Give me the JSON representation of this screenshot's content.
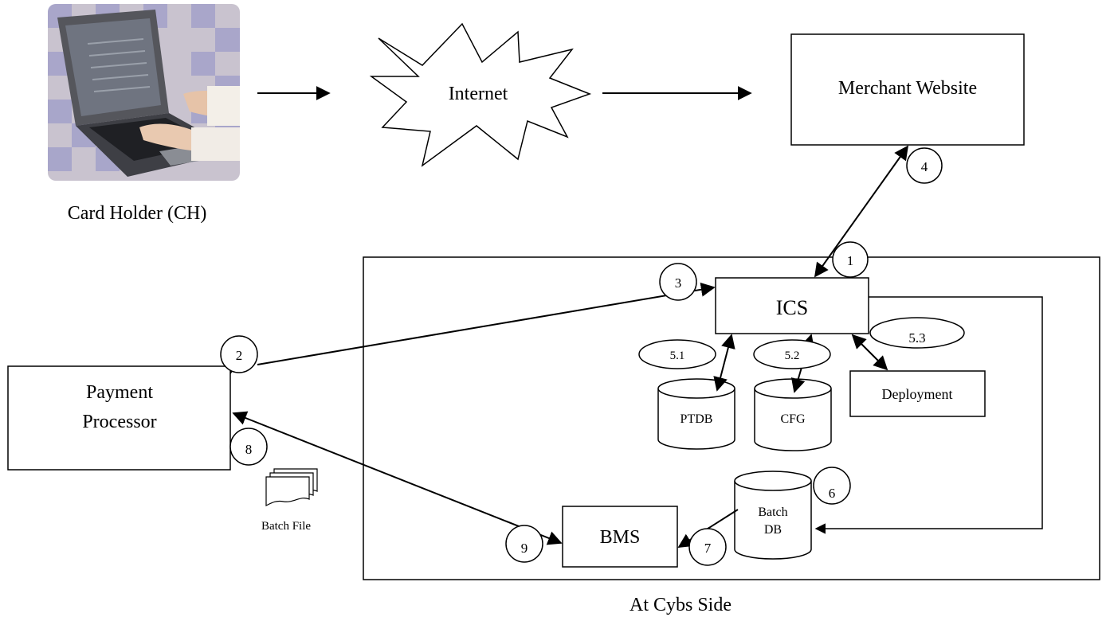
{
  "labels": {
    "card_holder": "Card  Holder (CH)",
    "internet": "Internet",
    "merchant_website": "Merchant Website",
    "ics": "ICS",
    "payment_processor_line1": "Payment",
    "payment_processor_line2": "Processor",
    "bms": "BMS",
    "batch_db_line1": "Batch",
    "batch_db_line2": "DB",
    "ptdb": "PTDB",
    "cfg": "CFG",
    "deployment": "Deployment",
    "batch_file": "Batch File",
    "cybs_side": "At Cybs Side"
  },
  "steps": {
    "s1": "1",
    "s2": "2",
    "s3": "3",
    "s4": "4",
    "s5_1": "5.1",
    "s5_2": "5.2",
    "s5_3": "5.3",
    "s6": "6",
    "s7": "7",
    "s8": "8",
    "s9": "9"
  }
}
